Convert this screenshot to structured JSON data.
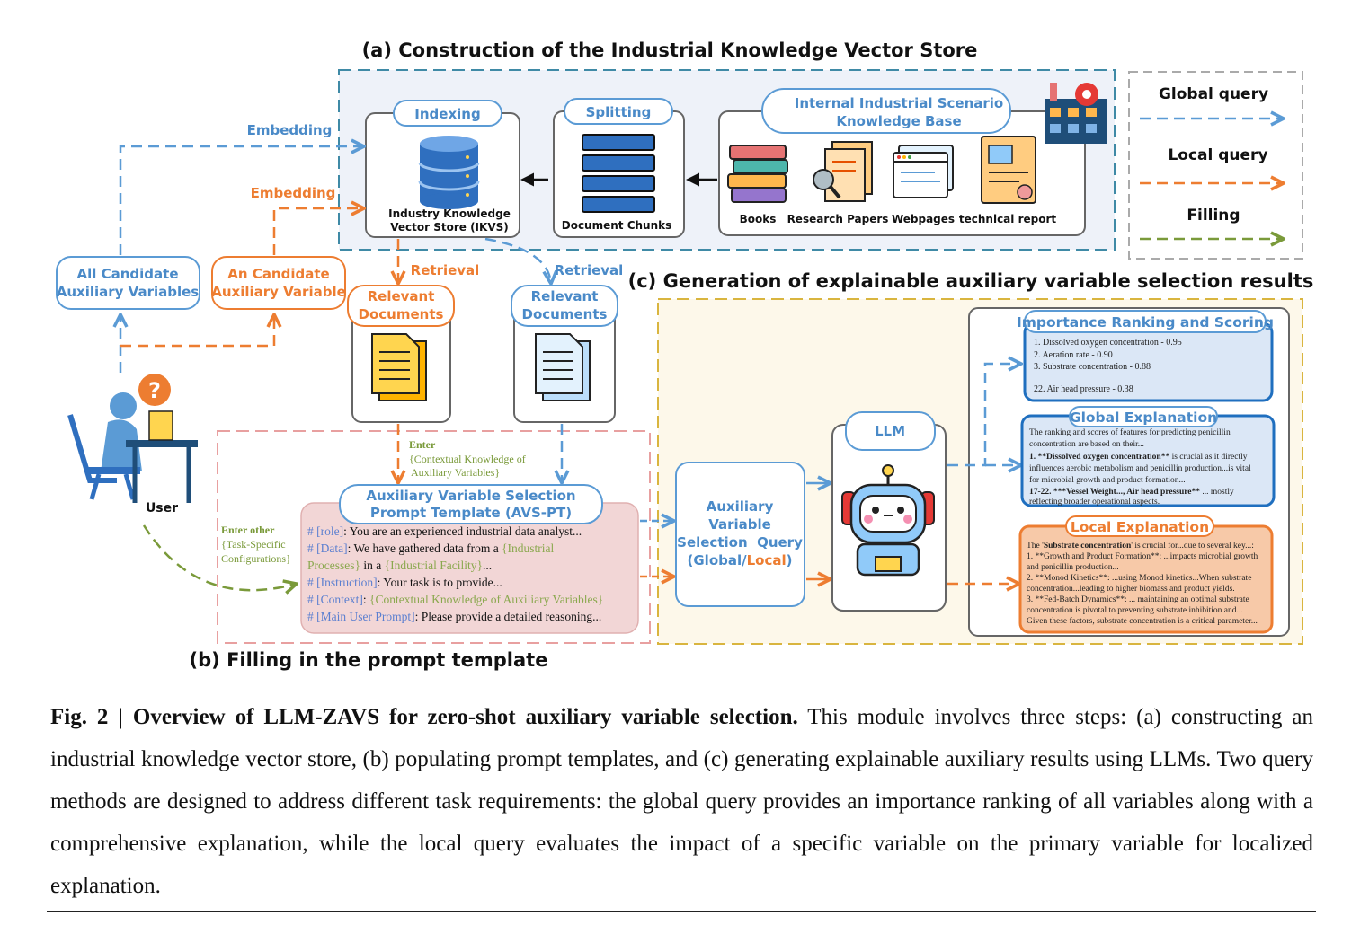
{
  "panels": {
    "a_title": "(a) Construction of the Industrial Knowledge Vector Store",
    "b_title": "(b) Filling in the prompt template",
    "c_title": "(c) Generation of explainable auxiliary variable selection results"
  },
  "legend": {
    "global": "Global query",
    "local": "Local query",
    "filling": "Filling",
    "colors": {
      "global": "#5b9bd5",
      "local": "#ed7d31",
      "filling": "#7a9a3a"
    }
  },
  "store": {
    "indexing": "Indexing",
    "ikvs_line1": "Industry Knowledge",
    "ikvs_line2": "Vector Store (IKVS)",
    "splitting": "Splitting",
    "chunks": "Document Chunks",
    "kb_line1": "Internal Industrial Scenario",
    "kb_line2": "Knowledge Base",
    "sources": [
      "Books",
      "Research Papers",
      "Webpages",
      "technical report"
    ]
  },
  "flows": {
    "embedding_global": "Embedding",
    "embedding_local": "Embedding",
    "retrieval_local": "Retrieval",
    "retrieval_global": "Retrieval",
    "enter": "Enter",
    "enter_detail_1": "{Contextual Knowledge of",
    "enter_detail_2": "Auxiliary Variables}",
    "enter_other": "Enter other",
    "enter_other_1": "{Task-Specific",
    "enter_other_2": "Configurations}"
  },
  "left": {
    "all_candidates_1": "All Candidate",
    "all_candidates_2": "Auxiliary Variables",
    "one_candidate_1": "An Candidate",
    "one_candidate_2": "Auxiliary Variable",
    "user": "User"
  },
  "docs": {
    "local_1": "Relevant",
    "local_2": "Documents",
    "global_1": "Relevant",
    "global_2": "Documents"
  },
  "template": {
    "title_1": "Auxiliary Variable Selection",
    "title_2": "Prompt Template (AVS-PT)",
    "l1_tag": "# [role]",
    "l1_text": ": You are an experienced industrial data analyst...",
    "l2_tag": "# [Data]",
    "l2_text": ": We have gathered data from a ",
    "l2_ph": "{Industrial",
    "l3_ph": "Processes}",
    "l3_text": " in a ",
    "l3_ph2": "{Industrial Facility}",
    "l3_end": "...",
    "l4_tag": "# [Instruction]",
    "l4_text": ": Your task is to provide...",
    "l5_tag": "# [Context]",
    "l5_text": ": ",
    "l5_ph": "{Contextual Knowledge of Auxiliary Variables}",
    "l6_tag": "# [Main User Prompt]",
    "l6_text": ": Please provide a detailed reasoning..."
  },
  "query": {
    "line1": "Auxiliary",
    "line2": "Variable",
    "line3": "Selection  Query",
    "open": "(",
    "global": "Global",
    "slash": "/",
    "local": "Local",
    "close": ")"
  },
  "llm": {
    "label": "LLM"
  },
  "ranking": {
    "title": "Importance Ranking and Scoring",
    "items": [
      "1. Dissolved oxygen concentration - 0.95",
      "2. Aeration rate - 0.90",
      "3. Substrate concentration - 0.88",
      "22. Air head pressure - 0.38"
    ]
  },
  "global_exp": {
    "title": "Global Explanation",
    "p1": "The ranking and scores of features for predicting penicillin",
    "p2": "concentration are based on their...",
    "b1": "1. **Dissolved oxygen concentration**",
    "t1": " is crucial as it directly",
    "t2": "influences aerobic metabolism and penicillin production...is vital",
    "t3": "for microbial growth and product formation...",
    "b2": "17-22. ***Vessel Weight..., Air head pressure**",
    "t4": " ... mostly",
    "t5": "reflecting broader operational aspects."
  },
  "local_exp": {
    "title": "Local Explanation",
    "l1a": "The '",
    "l1b": "Substrate concentration",
    "l1c": "' is crucial for...due to several key...:",
    "l2": "1. **Growth and Product Formation**: ...impacts microbial growth",
    "l3": "and penicillin production...",
    "l4": "2. **Monod Kinetics**: ...using Monod kinetics...When substrate",
    "l5": "concentration...leading to higher biomass and product yields.",
    "l6": "3. **Fed-Batch Dynamics**: ... maintaining an optimal substrate",
    "l7": "concentration is pivotal to preventing substrate inhibition and...",
    "l8": "Given these factors, substrate concentration is a critical parameter..."
  },
  "caption": {
    "bold": "Fig. 2 | Overview of LLM-ZAVS for zero-shot auxiliary variable selection.",
    "text": " This module involves three steps: (a) constructing an industrial knowledge vector store, (b) populating prompt templates, and (c) generating explainable auxiliary results using LLMs. Two query methods are designed to address different task requirements: the global query provides an importance ranking of all variables along with a comprehensive explanation, while the local query evaluates the impact of a specific variable on the primary variable for localized explanation."
  }
}
